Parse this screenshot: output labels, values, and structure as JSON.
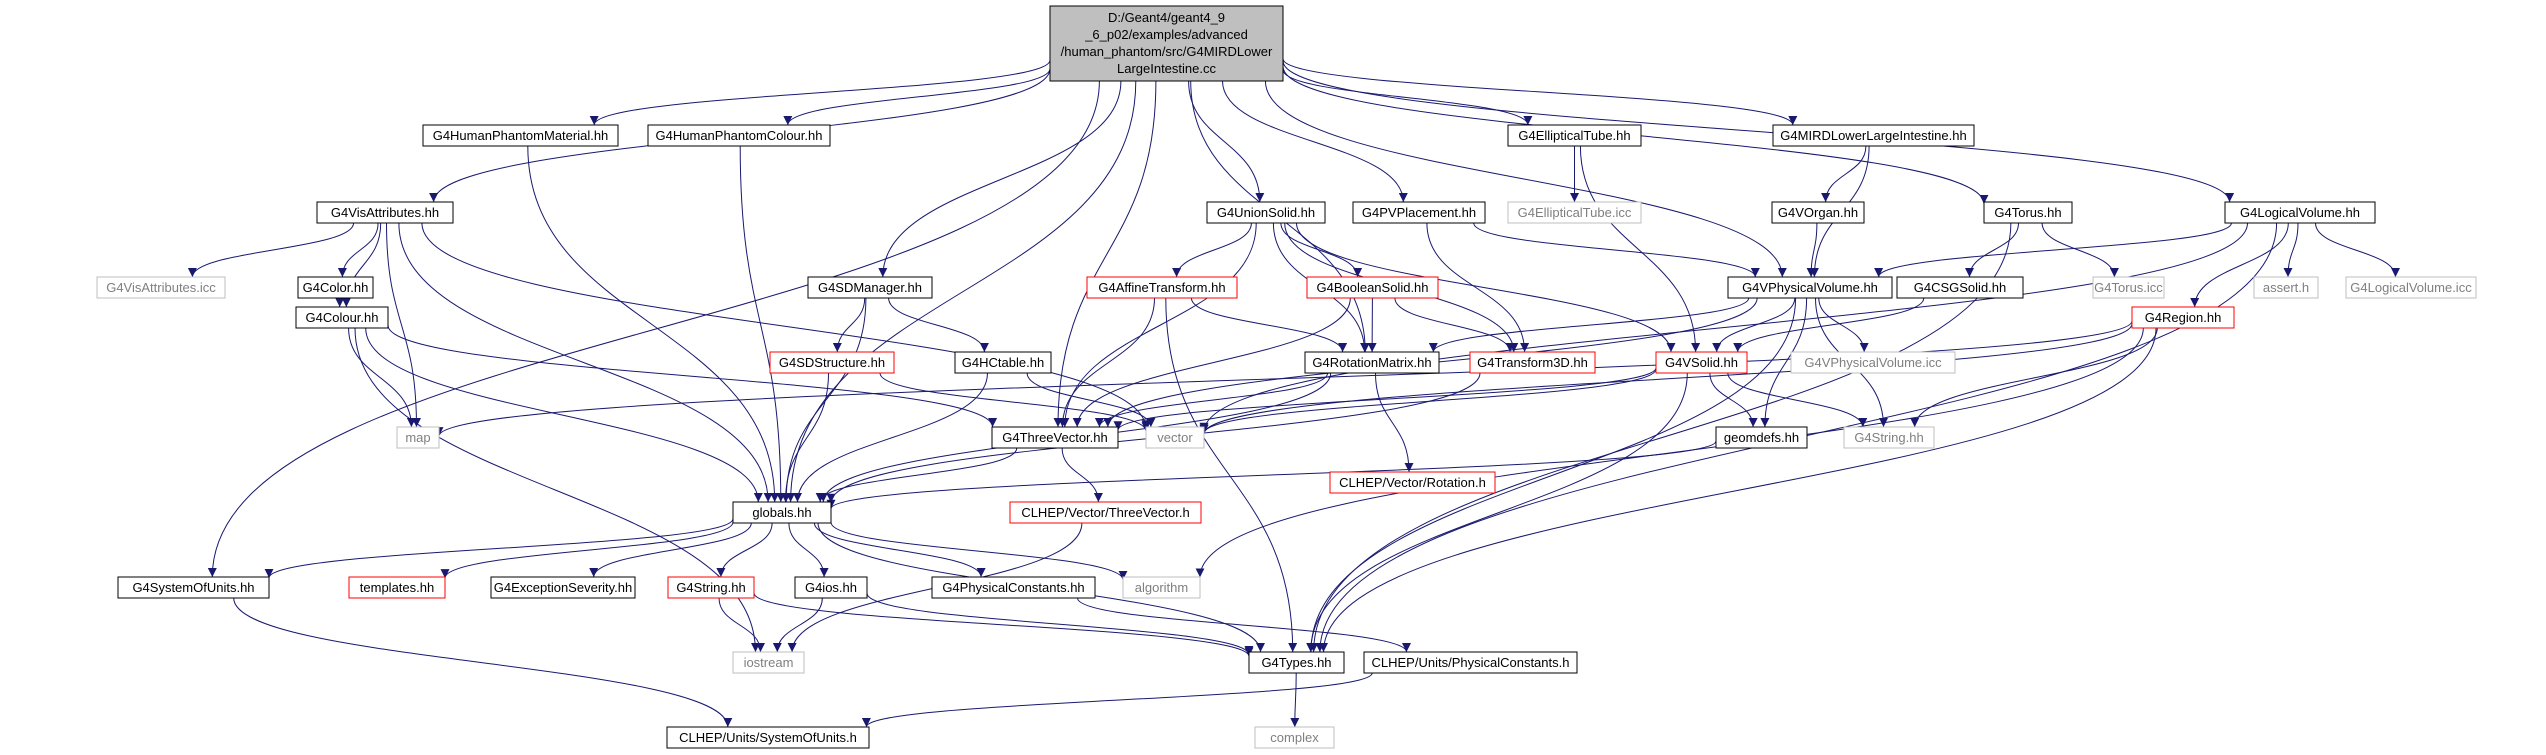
{
  "graph": {
    "root": {
      "lines": [
        "D:/Geant4/geant4_9",
        "_6_p02/examples/advanced",
        "/human_phantom/src/G4MIRDLower",
        "LargeIntestine.cc"
      ],
      "fill": "#bfbfbf"
    },
    "colors": {
      "edge": "#191970",
      "normal_border": "#000000",
      "missing_border": "#bfbfbf",
      "red_border": "#ff0000",
      "text_normal": "#000000",
      "text_missing": "#7f7f7f"
    },
    "nodes": [
      {
        "id": "hpm",
        "label": "G4HumanPhantomMaterial.hh",
        "style": "normal"
      },
      {
        "id": "hpc",
        "label": "G4HumanPhantomColour.hh",
        "style": "normal"
      },
      {
        "id": "etube",
        "label": "G4EllipticalTube.hh",
        "style": "normal"
      },
      {
        "id": "mirdh",
        "label": "G4MIRDLowerLargeIntestine.hh",
        "style": "normal"
      },
      {
        "id": "visattr",
        "label": "G4VisAttributes.hh",
        "style": "normal"
      },
      {
        "id": "etubeicc",
        "label": "G4EllipticalTube.icc",
        "style": "missing"
      },
      {
        "id": "union",
        "label": "G4UnionSolid.hh",
        "style": "normal"
      },
      {
        "id": "pvpl",
        "label": "G4PVPlacement.hh",
        "style": "normal"
      },
      {
        "id": "vorgan",
        "label": "G4VOrgan.hh",
        "style": "normal"
      },
      {
        "id": "torus",
        "label": "G4Torus.hh",
        "style": "normal"
      },
      {
        "id": "logvol",
        "label": "G4LogicalVolume.hh",
        "style": "normal"
      },
      {
        "id": "visicc",
        "label": "G4VisAttributes.icc",
        "style": "missing"
      },
      {
        "id": "color",
        "label": "G4Color.hh",
        "style": "normal"
      },
      {
        "id": "sdman",
        "label": "G4SDManager.hh",
        "style": "normal"
      },
      {
        "id": "affine",
        "label": "G4AffineTransform.hh",
        "style": "red"
      },
      {
        "id": "boolean",
        "label": "G4BooleanSolid.hh",
        "style": "red"
      },
      {
        "id": "vphys",
        "label": "G4VPhysicalVolume.hh",
        "style": "normal"
      },
      {
        "id": "csg",
        "label": "G4CSGSolid.hh",
        "style": "normal"
      },
      {
        "id": "torusicc",
        "label": "G4Torus.icc",
        "style": "missing"
      },
      {
        "id": "asserth",
        "label": "assert.h",
        "style": "missing"
      },
      {
        "id": "logicc",
        "label": "G4LogicalVolume.icc",
        "style": "missing"
      },
      {
        "id": "colour",
        "label": "G4Colour.hh",
        "style": "normal"
      },
      {
        "id": "sdstruct",
        "label": "G4SDStructure.hh",
        "style": "red"
      },
      {
        "id": "hctable",
        "label": "G4HCtable.hh",
        "style": "normal"
      },
      {
        "id": "rotmat",
        "label": "G4RotationMatrix.hh",
        "style": "normal"
      },
      {
        "id": "transf",
        "label": "G4Transform3D.hh",
        "style": "red"
      },
      {
        "id": "vsolid",
        "label": "G4VSolid.hh",
        "style": "red"
      },
      {
        "id": "vphysicc",
        "label": "G4VPhysicalVolume.icc",
        "style": "missing"
      },
      {
        "id": "region",
        "label": "G4Region.hh",
        "style": "red"
      },
      {
        "id": "map",
        "label": "map",
        "style": "missing"
      },
      {
        "id": "threevec",
        "label": "G4ThreeVector.hh",
        "style": "normal"
      },
      {
        "id": "vector",
        "label": "vector",
        "style": "missing"
      },
      {
        "id": "clhrot",
        "label": "CLHEP/Vector/Rotation.h",
        "style": "red"
      },
      {
        "id": "geomdefs",
        "label": "geomdefs.hh",
        "style": "normal"
      },
      {
        "id": "g4string1",
        "label": "G4String.hh",
        "style": "missing"
      },
      {
        "id": "globals",
        "label": "globals.hh",
        "style": "normal"
      },
      {
        "id": "clh3v",
        "label": "CLHEP/Vector/ThreeVector.h",
        "style": "red"
      },
      {
        "id": "sysunits",
        "label": "G4SystemOfUnits.hh",
        "style": "normal"
      },
      {
        "id": "templates",
        "label": "templates.hh",
        "style": "red"
      },
      {
        "id": "exsev",
        "label": "G4ExceptionSeverity.hh",
        "style": "normal"
      },
      {
        "id": "g4string2",
        "label": "G4String.hh",
        "style": "red"
      },
      {
        "id": "g4ios",
        "label": "G4ios.hh",
        "style": "normal"
      },
      {
        "id": "physconst",
        "label": "G4PhysicalConstants.hh",
        "style": "normal"
      },
      {
        "id": "algorithm",
        "label": "algorithm",
        "style": "missing"
      },
      {
        "id": "iostream",
        "label": "iostream",
        "style": "missing"
      },
      {
        "id": "types",
        "label": "G4Types.hh",
        "style": "normal"
      },
      {
        "id": "clhphys",
        "label": "CLHEP/Units/PhysicalConstants.h",
        "style": "normal"
      },
      {
        "id": "complex",
        "label": "complex",
        "style": "missing"
      },
      {
        "id": "clhsys",
        "label": "CLHEP/Units/SystemOfUnits.h",
        "style": "normal"
      }
    ],
    "edges": [
      [
        "root",
        "hpm"
      ],
      [
        "root",
        "hpc"
      ],
      [
        "root",
        "etube"
      ],
      [
        "root",
        "mirdh"
      ],
      [
        "root",
        "visattr"
      ],
      [
        "root",
        "union"
      ],
      [
        "root",
        "pvpl"
      ],
      [
        "root",
        "torus"
      ],
      [
        "root",
        "logvol"
      ],
      [
        "root",
        "sdman"
      ],
      [
        "root",
        "vphys"
      ],
      [
        "root",
        "rotmat"
      ],
      [
        "root",
        "threevec"
      ],
      [
        "root",
        "globals"
      ],
      [
        "root",
        "sysunits"
      ],
      [
        "hpm",
        "globals"
      ],
      [
        "hpc",
        "globals"
      ],
      [
        "etube",
        "etubeicc"
      ],
      [
        "etube",
        "vsolid"
      ],
      [
        "mirdh",
        "vorgan"
      ],
      [
        "mirdh",
        "vphys"
      ],
      [
        "vorgan",
        "vphys"
      ],
      [
        "visattr",
        "visicc"
      ],
      [
        "visattr",
        "color"
      ],
      [
        "visattr",
        "colour"
      ],
      [
        "visattr",
        "map"
      ],
      [
        "visattr",
        "vector"
      ],
      [
        "visattr",
        "globals"
      ],
      [
        "color",
        "colour"
      ],
      [
        "colour",
        "threevec"
      ],
      [
        "colour",
        "map"
      ],
      [
        "colour",
        "globals"
      ],
      [
        "colour",
        "iostream"
      ],
      [
        "union",
        "affine"
      ],
      [
        "union",
        "boolean"
      ],
      [
        "union",
        "threevec"
      ],
      [
        "union",
        "rotmat"
      ],
      [
        "union",
        "transf"
      ],
      [
        "union",
        "vsolid"
      ],
      [
        "pvpl",
        "vphys"
      ],
      [
        "pvpl",
        "transf"
      ],
      [
        "torus",
        "csg"
      ],
      [
        "torus",
        "torusicc"
      ],
      [
        "torus",
        "types"
      ],
      [
        "logvol",
        "vphys"
      ],
      [
        "logvol",
        "asserth"
      ],
      [
        "logvol",
        "logicc"
      ],
      [
        "logvol",
        "region"
      ],
      [
        "logvol",
        "vector"
      ],
      [
        "logvol",
        "types"
      ],
      [
        "sdman",
        "sdstruct"
      ],
      [
        "sdman",
        "hctable"
      ],
      [
        "sdman",
        "globals"
      ],
      [
        "affine",
        "threevec"
      ],
      [
        "affine",
        "rotmat"
      ],
      [
        "affine",
        "types"
      ],
      [
        "boolean",
        "rotmat"
      ],
      [
        "boolean",
        "transf"
      ],
      [
        "boolean",
        "threevec"
      ],
      [
        "vphys",
        "rotmat"
      ],
      [
        "vphys",
        "threevec"
      ],
      [
        "vphys",
        "vphysicc"
      ],
      [
        "vphys",
        "vsolid"
      ],
      [
        "vphys",
        "geomdefs"
      ],
      [
        "vphys",
        "g4string1"
      ],
      [
        "vphys",
        "types"
      ],
      [
        "csg",
        "vsolid"
      ],
      [
        "sdstruct",
        "globals"
      ],
      [
        "sdstruct",
        "vector"
      ],
      [
        "hctable",
        "globals"
      ],
      [
        "hctable",
        "vector"
      ],
      [
        "rotmat",
        "clhrot"
      ],
      [
        "rotmat",
        "threevec"
      ],
      [
        "rotmat",
        "globals"
      ],
      [
        "transf",
        "globals"
      ],
      [
        "vsolid",
        "threevec"
      ],
      [
        "vsolid",
        "geomdefs"
      ],
      [
        "vsolid",
        "g4string1"
      ],
      [
        "vsolid",
        "vector"
      ],
      [
        "vsolid",
        "types"
      ],
      [
        "region",
        "vector"
      ],
      [
        "region",
        "map"
      ],
      [
        "region",
        "g4string1"
      ],
      [
        "region",
        "algorithm"
      ],
      [
        "region",
        "types"
      ],
      [
        "threevec",
        "globals"
      ],
      [
        "threevec",
        "clh3v"
      ],
      [
        "geomdefs",
        "globals"
      ],
      [
        "globals",
        "sysunits"
      ],
      [
        "globals",
        "templates"
      ],
      [
        "globals",
        "exsev"
      ],
      [
        "globals",
        "g4string2"
      ],
      [
        "globals",
        "g4ios"
      ],
      [
        "globals",
        "physconst"
      ],
      [
        "globals",
        "algorithm"
      ],
      [
        "globals",
        "types"
      ],
      [
        "g4string2",
        "iostream"
      ],
      [
        "g4string2",
        "types"
      ],
      [
        "g4ios",
        "iostream"
      ],
      [
        "g4ios",
        "types"
      ],
      [
        "physconst",
        "clhphys"
      ],
      [
        "clh3v",
        "iostream"
      ],
      [
        "types",
        "complex"
      ],
      [
        "sysunits",
        "clhsys"
      ],
      [
        "clhphys",
        "clhsys"
      ]
    ]
  }
}
